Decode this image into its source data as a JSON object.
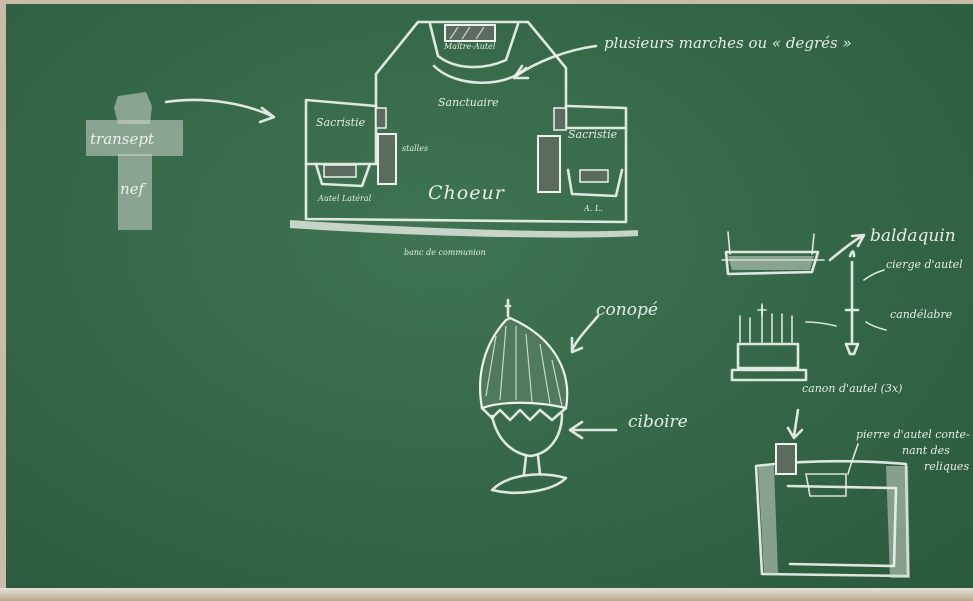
{
  "labels": {
    "cross_top": "transept",
    "cross_bottom": "nef",
    "maitre_autel": "Maître-Autel",
    "sanctuaire": "Sanctuaire",
    "sacristie_left": "Sacristie",
    "sacristie_right": "Sacristie",
    "stalles": "stalles",
    "choeur": "Choeur",
    "autel_lateral": "Autel Latéral",
    "ac": "A. L.",
    "banc": "banc de communion",
    "plusieurs": "plusieurs marches ou « degrés »",
    "baldaquin": "baldaquin",
    "cierge": "cierge d'autel",
    "candelabre": "candélabre",
    "conope": "conopé",
    "ciboire": "ciboire",
    "canon": "canon d'autel (3x)",
    "pierre": "pierre d'autel conte-",
    "pierre2": "nant des",
    "pierre3": "reliques"
  }
}
